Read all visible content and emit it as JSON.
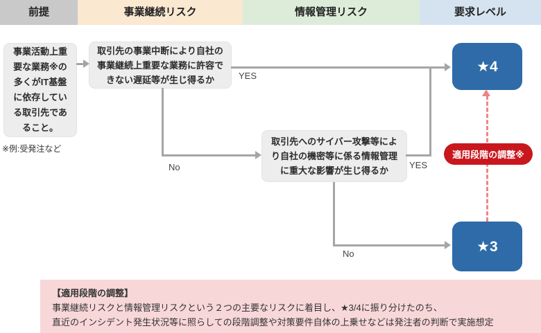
{
  "header": {
    "columns": [
      {
        "label": "前提"
      },
      {
        "label": "事業継続リスク"
      },
      {
        "label": "情報管理リスク"
      },
      {
        "label": "要求レベル"
      }
    ]
  },
  "flow": {
    "premise_text": "事業活動上重要な業務※の多くがIT基盤に依存している取引先であること。",
    "premise_note": "※例:受発注など",
    "continuity_question": "取引先の事業中断により自社の事業継続上重要な業務に許容できない遅延等が生じ得るか",
    "info_question": "取引先へのサイバー攻撃等により自社の機密等に係る情報管理に重大な影響が生じ得るか",
    "labels": {
      "yes1": "YES",
      "no1": "No",
      "yes2": "YES",
      "no2": "No"
    },
    "level4": "★4",
    "level3": "★3",
    "adjustment_badge": "適用段階の調整※"
  },
  "footnote": {
    "title": "【適用段階の調整】",
    "line1": "事業継続リスクと情報管理リスクという２つの主要なリスクに着目し、★3/4に振り分けたのち、",
    "line2": "直近のインシデント発生状況等に照らしての段階調整や対策要件自体の上乗せなどは発注者の判断で実施想定"
  },
  "colors": {
    "header_premise_bg": "#c9c9c9",
    "header_continuity_bg": "#fae8d1",
    "header_info_bg": "#dcecd9",
    "header_level_bg": "#d5e3f1",
    "question_box_bg": "#ededed",
    "level_box_bg": "#2e6ba8",
    "badge_bg": "#c9171e",
    "dashed_arrow": "#ee8583",
    "connector_gray": "#a5a5a5",
    "footnote_bg": "#f8d7d9"
  }
}
